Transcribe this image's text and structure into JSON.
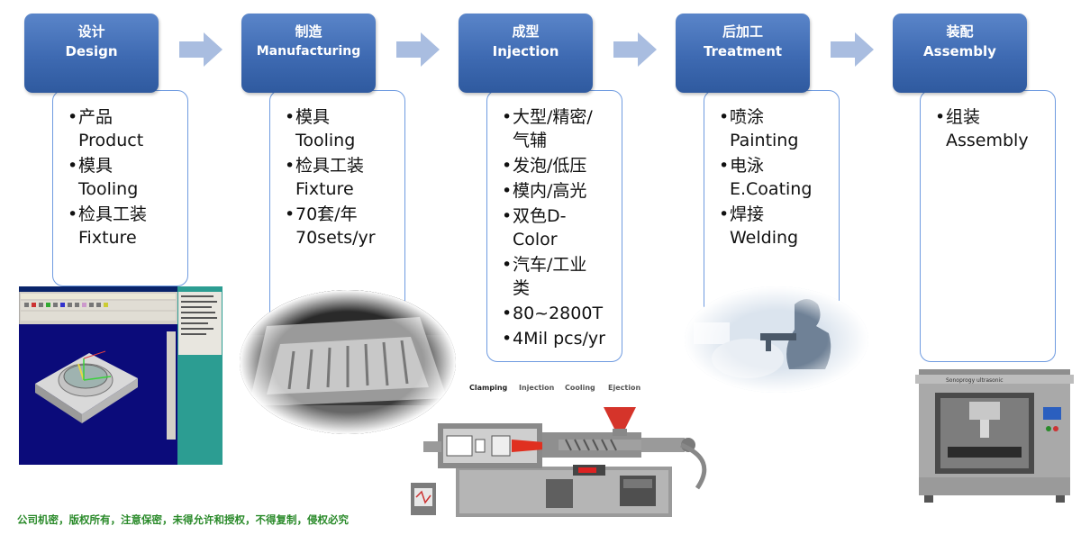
{
  "stages": [
    {
      "zh": "设计",
      "en": "Design",
      "items": [
        {
          "zh": "产品",
          "en": "Product"
        },
        {
          "zh": "模具",
          "en": "Tooling"
        },
        {
          "zh": "检具工装",
          "en": "Fixture"
        }
      ]
    },
    {
      "zh": "制造",
      "en": "Manufacturing",
      "items": [
        {
          "zh": "模具",
          "en": "Tooling"
        },
        {
          "zh": "检具工装",
          "en": "Fixture"
        },
        {
          "zh": "70套/年",
          "en": "70sets/yr"
        }
      ]
    },
    {
      "zh": "成型",
      "en": "Injection",
      "items": [
        {
          "zh": "大型/精密/",
          "en": "气辅"
        },
        {
          "zh": "发泡/低压",
          "en": ""
        },
        {
          "zh": "模内/高光",
          "en": ""
        },
        {
          "zh": "双色D-",
          "en": "Color"
        },
        {
          "zh": "汽车/工业",
          "en": "类"
        },
        {
          "zh": "80~2800T",
          "en": ""
        },
        {
          "zh": "4Mil pcs/yr",
          "en": ""
        }
      ]
    },
    {
      "zh": "后加工",
      "en": "Treatment",
      "items": [
        {
          "zh": "喷涂",
          "en": "Painting"
        },
        {
          "zh": "电泳",
          "en": "E.Coating"
        },
        {
          "zh": "焊接",
          "en": "Welding"
        }
      ]
    },
    {
      "zh": "装配",
      "en": "Assembly",
      "items": [
        {
          "zh": "组装",
          "en": "Assembly"
        }
      ]
    }
  ],
  "machine_labels": {
    "clamping": "Clamping",
    "injection": "Injection",
    "cooling": "Cooling",
    "ejection": "Ejection"
  },
  "welder_brand": "Sonoprogy ultrasonic",
  "footer": "公司机密，版权所有，注意保密，未得允许和授权，不得复制，侵权必究"
}
